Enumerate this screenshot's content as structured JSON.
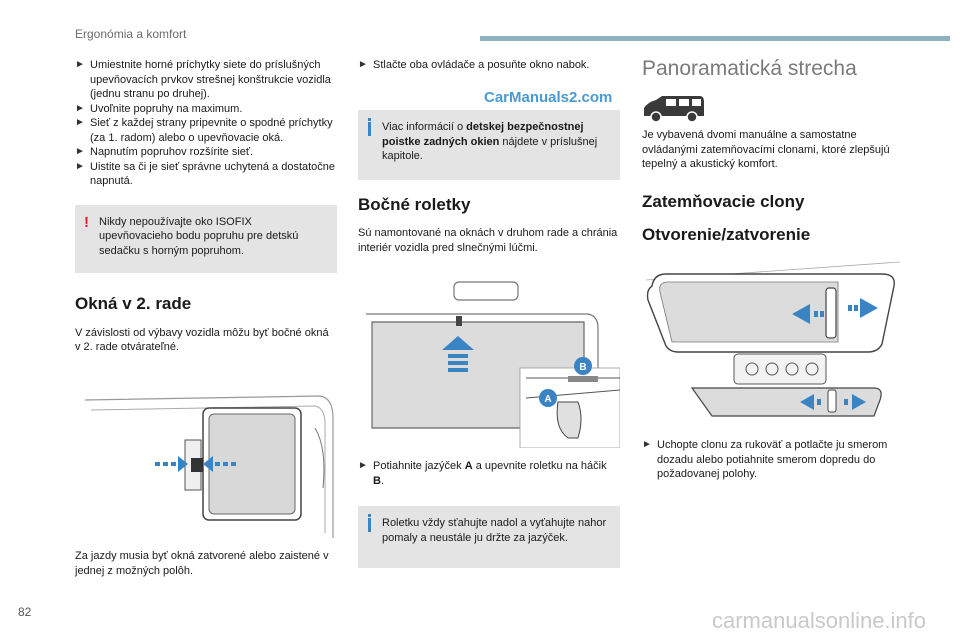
{
  "header": {
    "title": "Ergonómia a komfort"
  },
  "col1": {
    "bullets": [
      "Umiestnite horné príchytky siete do príslušných upevňovacích prvkov strešnej konštrukcie vozidla (jednu stranu po druhej).",
      "Uvoľnite popruhy na maximum.",
      "Sieť z každej strany pripevnite o spodné príchytky (za 1. radom) alebo o upevňovacie oká.",
      "Napnutím popruhov rozšírite sieť.",
      "Uistite sa či je sieť správne uchytená a dostatočne napnutá."
    ],
    "warning": "Nikdy nepoužívajte oko ISOFIX upevňovacieho bodu popruhu pre detskú sedačku s horným popruhom.",
    "windows_heading": "Okná v 2. rade",
    "windows_text": "V závislosti od výbavy vozidla môžu byť bočné okná v 2. rade otvárateľné.",
    "windows_caption": "Za jazdy musia byť okná zatvorené alebo zaistené v jednej z možných polôh."
  },
  "col2": {
    "bullet": "Stlačte oba ovládače a posuňte okno nabok.",
    "watermark": "CarManuals2.com",
    "info_pre": "Viac informácií o ",
    "info_bold": "detskej bezpečnostnej poistke zadných okien",
    "info_post": " nájdete v príslušnej kapitole.",
    "blinds_heading": "Bočné roletky",
    "blinds_text": "Sú namontované na oknách v druhom rade a chránia interiér vozidla pred slnečnými lúčmi.",
    "label_a": "A",
    "label_b": "B",
    "pull_pre": "Potiahnite jazýček ",
    "pull_a": "A",
    "pull_mid": " a upevnite roletku na háčik ",
    "pull_b": "B",
    "pull_post": ".",
    "note": "Roletku vždy sťahujte nadol a vyťahujte nahor pomaly a neustále ju držte za jazýček."
  },
  "col3": {
    "section_title": "Panoramatická strecha",
    "intro": "Je vybavená dvomi manuálne a samostatne ovládanými zatemňovacími clonami, ktoré zlepšujú tepelný a akustický komfort.",
    "shades_heading": "Zatemňovacie clony",
    "open_close_heading": "Otvorenie/zatvorenie",
    "bullet": "Uchopte clonu za rukoväť a potlačte ju smerom dozadu alebo potiahnite smerom dopredu do požadovanej polohy."
  },
  "footer": {
    "page_number": "82",
    "site": "carmanualsonline.info"
  },
  "colors": {
    "accent_blue": "#3b84c4",
    "warning_red": "#e01e2a",
    "note_bg": "#e4e4e4",
    "header_bar": "#8fb2c0"
  }
}
